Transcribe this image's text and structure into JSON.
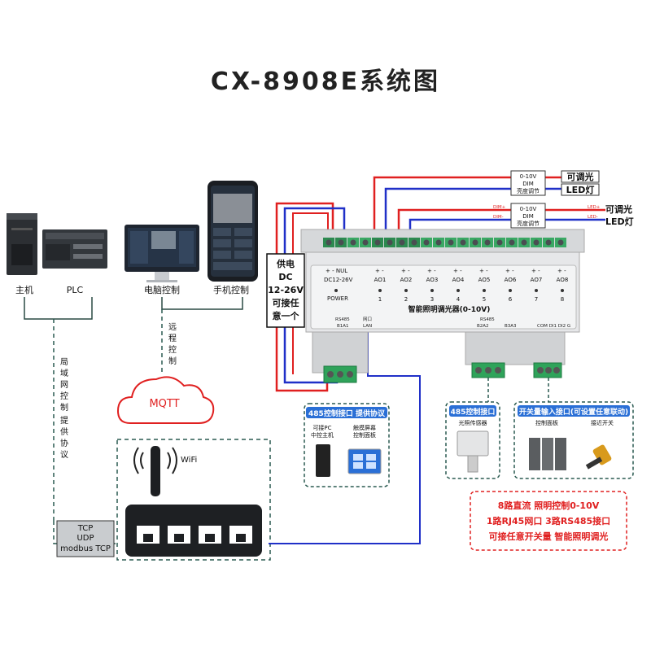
{
  "title": "CX-8908E系统图",
  "devices": {
    "host": "主机",
    "plc": "PLC",
    "pc_control": "电脑控制",
    "phone_control": "手机控制"
  },
  "links": {
    "lan_control": "局域网控制",
    "protocol_provide": "提供协议",
    "remote_control": "远程控制",
    "mqtt": "MQTT",
    "wifi": "WiFi",
    "protocols": [
      "TCP",
      "UDP",
      "modbus TCP"
    ]
  },
  "power_label": [
    "供电",
    "DC",
    "12-26V",
    "可接任",
    "意一个"
  ],
  "controller": {
    "name": "智能照明调光器(0-10V)",
    "power_terminal": "DC12-26V",
    "power_led": "POWER",
    "top_terms": "+   -   NUL",
    "outputs": [
      "AO1",
      "AO2",
      "AO3",
      "AO4",
      "AO5",
      "AO6",
      "AO7",
      "AO8"
    ],
    "channel_nums": [
      "1",
      "2",
      "3",
      "4",
      "5",
      "6",
      "7",
      "8"
    ],
    "rs485_label": "RS485",
    "b1a1": "B1A1",
    "net_label": "网口",
    "lan": "LAN",
    "b2a2": "B2A2",
    "b3a3": "B3A3",
    "di": "COM  DI1  DI2  G"
  },
  "dimmers": [
    {
      "line1": "0-10V",
      "line2": "DIM",
      "line3": "亮度调节",
      "out1": "可调光",
      "out2": "LED灯",
      "dim_plus": "",
      "dim_minus": "",
      "led_plus": "",
      "led_minus": ""
    },
    {
      "line1": "0-10V",
      "line2": "DIM",
      "line3": "亮度调节",
      "out1": "可调光",
      "out2": "LED灯",
      "dim_plus": "DIM+",
      "dim_minus": "DIM-",
      "led_plus": "LED+",
      "led_minus": "LED-"
    }
  ],
  "rs485_box": {
    "header": "485控制接口 提供协议",
    "item1": [
      "可接PC",
      "中控主机"
    ],
    "item2": [
      "触摸屏幕",
      "控制面板"
    ]
  },
  "sensor_box": {
    "header": "485控制接口",
    "item": "光照传感器"
  },
  "switch_box": {
    "header": "开关量输入接口(可设置任意联动)",
    "item1": "控制面板",
    "item2": "接近开关"
  },
  "features": [
    "8路直流 照明控制0-10V",
    "1路RJ45网口 3路RS485接口",
    "可接任意开关量 智能照明调光"
  ],
  "colors": {
    "red_wire": "#e02020",
    "blue_wire": "#2030c8",
    "dash": "#2a5a50",
    "accent_blue": "#2a6fd6"
  }
}
